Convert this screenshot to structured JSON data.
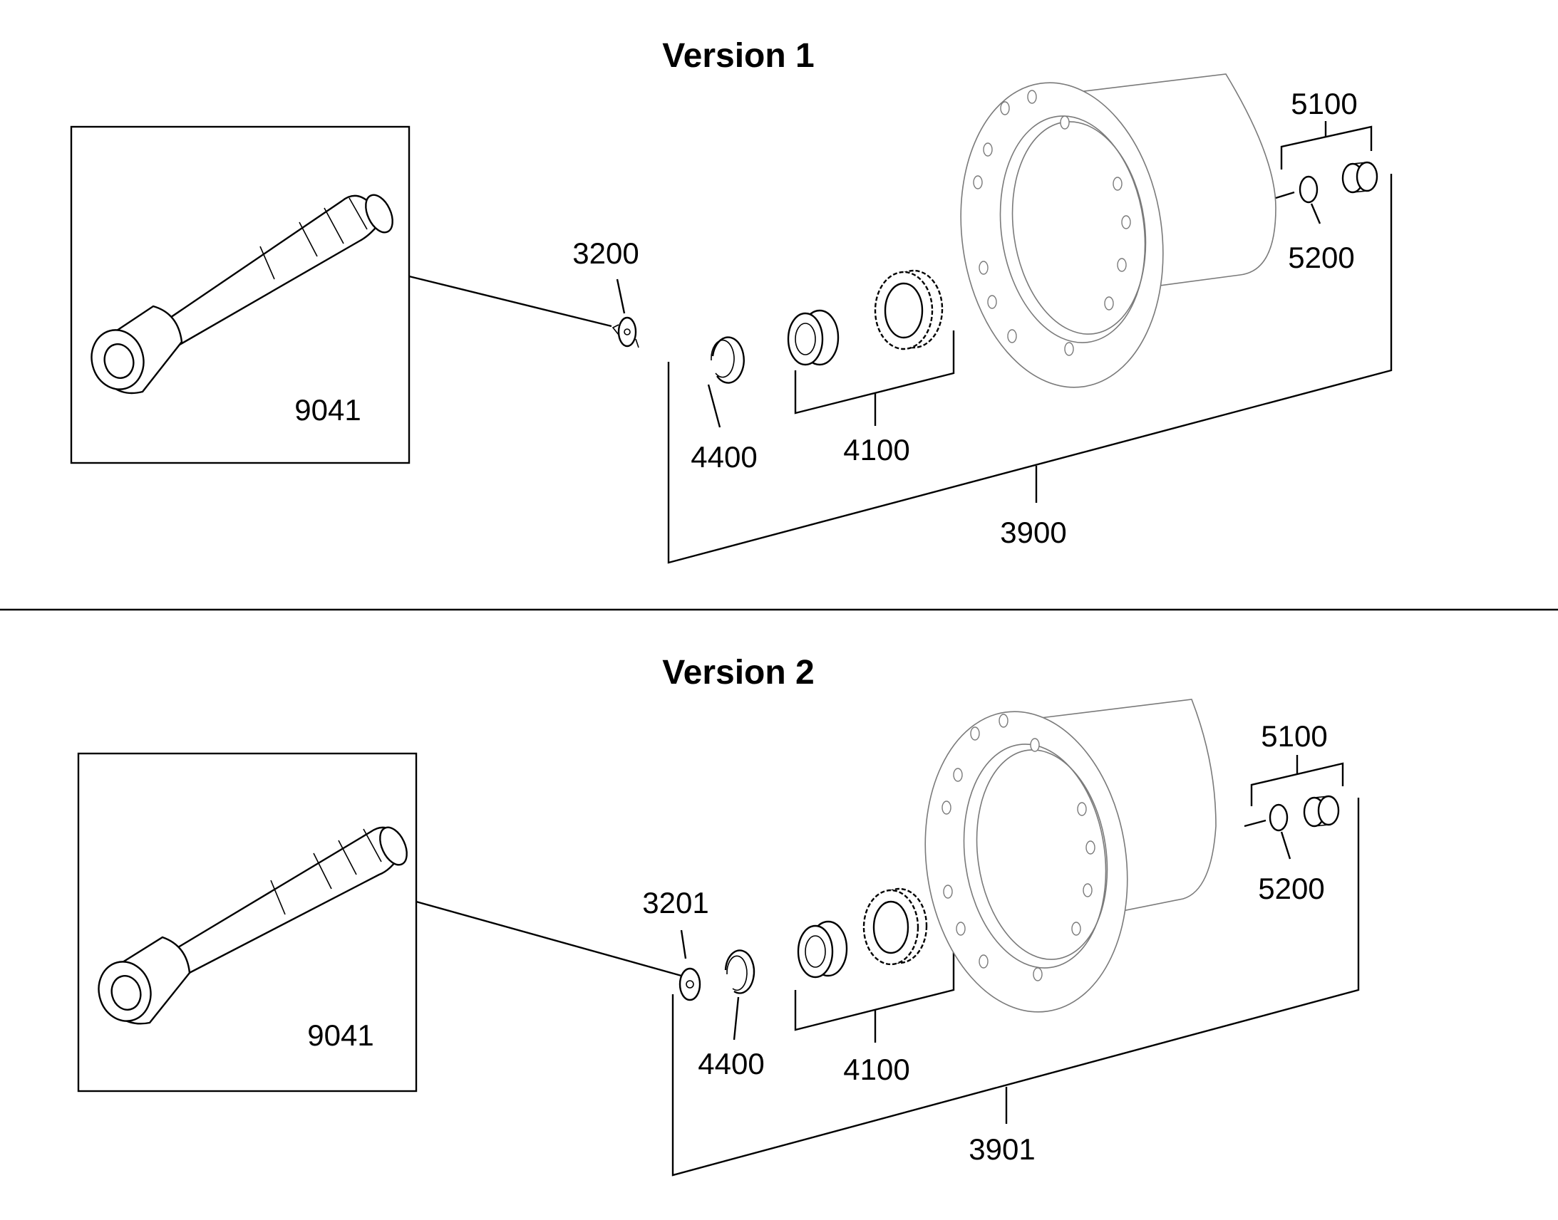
{
  "versions": [
    {
      "title": "Version 1",
      "labels": {
        "tool": "9041",
        "washer": "3200",
        "snap_ring": "4400",
        "bearing_set": "4100",
        "housing_assembly": "3900",
        "plug_set": "5100",
        "o_ring": "5200"
      }
    },
    {
      "title": "Version 2",
      "labels": {
        "tool": "9041",
        "washer": "3201",
        "snap_ring": "4400",
        "bearing_set": "4100",
        "housing_assembly": "3901",
        "plug_set": "5100",
        "o_ring": "5200"
      }
    }
  ]
}
